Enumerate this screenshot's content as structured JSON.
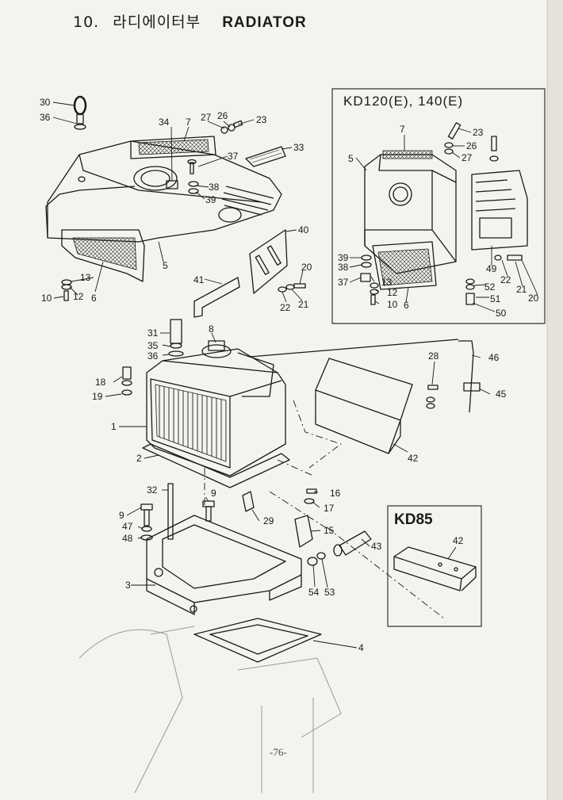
{
  "title": {
    "number": "10.",
    "korean": "라디에이터부",
    "english": "RADIATOR"
  },
  "insets": {
    "kd120": "KD120(E), 140(E)",
    "kd85": "KD85"
  },
  "page_number": "-76-",
  "main_labels": [
    "30",
    "36",
    "34",
    "7",
    "27",
    "26",
    "23",
    "37",
    "33",
    "38",
    "39",
    "40",
    "5",
    "20",
    "41",
    "13",
    "12",
    "6",
    "10",
    "22",
    "21",
    "31",
    "8",
    "35",
    "36",
    "46",
    "28",
    "18",
    "45",
    "19",
    "1",
    "42",
    "2",
    "32",
    "9",
    "16",
    "17",
    "9",
    "47",
    "48",
    "29",
    "15",
    "43",
    "3",
    "54",
    "53",
    "4"
  ],
  "kd120_labels": [
    "7",
    "23",
    "26",
    "5",
    "27",
    "39",
    "38",
    "13",
    "37",
    "12",
    "10",
    "6",
    "49",
    "22",
    "21",
    "52",
    "20",
    "51",
    "50"
  ],
  "kd85_labels": [
    "42"
  ],
  "colors": {
    "ink": "#1a1a1a",
    "paper": "#f4f3ee",
    "frame": "#333333"
  }
}
